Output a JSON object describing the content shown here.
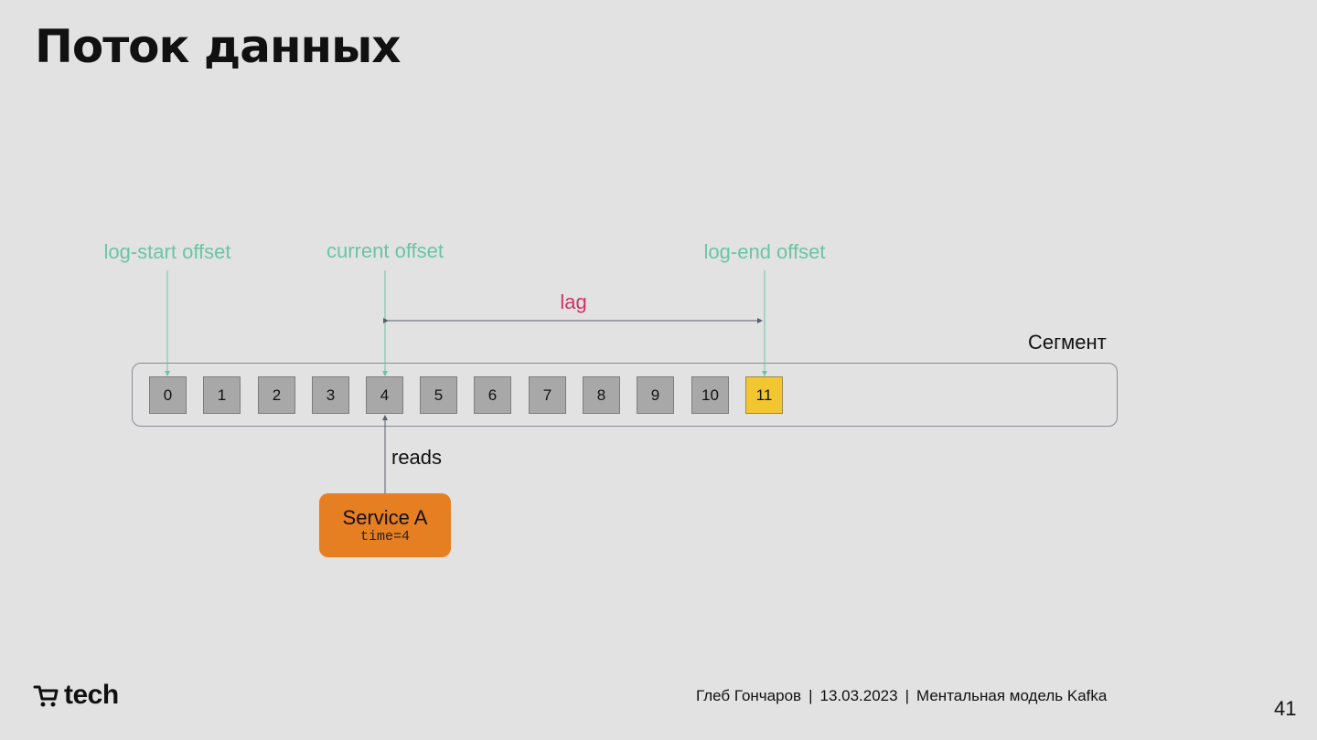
{
  "slide": {
    "title": "Поток данных",
    "page_number": "41"
  },
  "diagram": {
    "offsets": {
      "log_start": "log-start offset",
      "current": "current offset",
      "log_end": "log-end offset"
    },
    "lag_label": "lag",
    "segment_label": "Сегмент",
    "cells": [
      "0",
      "1",
      "2",
      "3",
      "4",
      "5",
      "6",
      "7",
      "8",
      "9",
      "10",
      "11"
    ],
    "highlighted_cell": "11",
    "reads_label": "reads",
    "service": {
      "name": "Service A",
      "time": "time=4"
    },
    "colors": {
      "offset_green": "#6cc4a4",
      "lag_red": "#cc3366",
      "cell_gray": "#a8a8a8",
      "cell_highlight": "#f2c630",
      "service_orange": "#e67e22"
    }
  },
  "footer": {
    "author": "Глеб Гончаров",
    "date": "13.03.2023",
    "talk": "Ментальная модель Kafka",
    "logo_text": "tech",
    "logo_icon": "cart-icon"
  }
}
